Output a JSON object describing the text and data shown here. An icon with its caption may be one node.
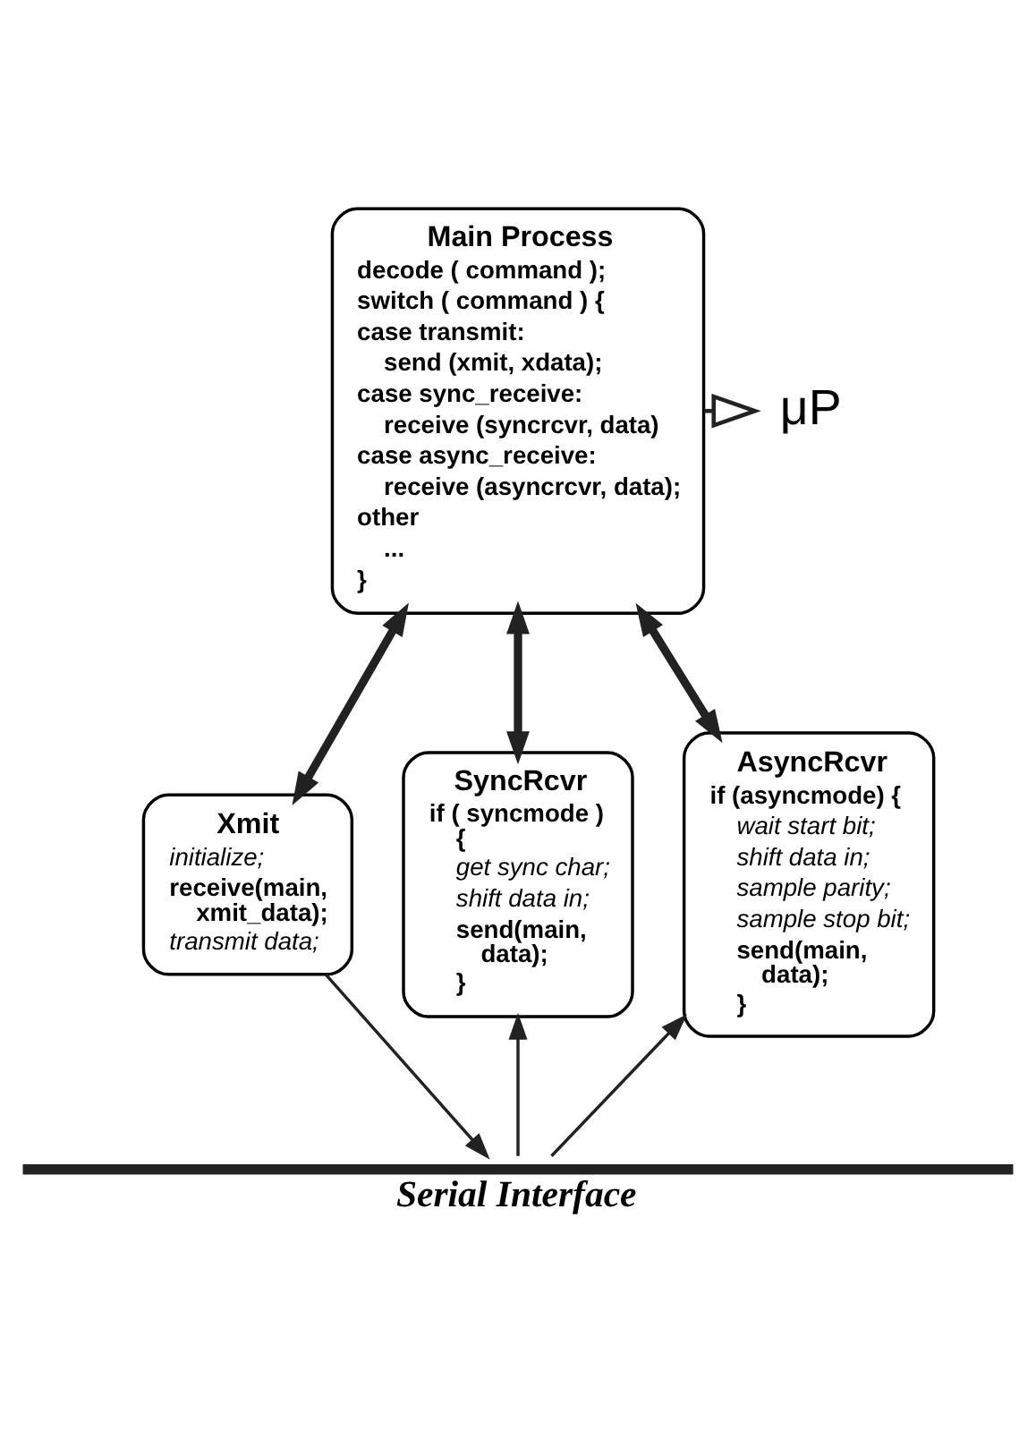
{
  "diagram": {
    "nodes": [
      {
        "text": [
          "Main Process",
          "decode ( command );",
          "switch ( command ) {",
          "case transmit:",
          "send (xmit, xdata);",
          "case sync_receive:",
          "receive (syncrcvr, data)",
          "case async_receive:",
          "receive (asyncrcvr, data);",
          "other",
          "...",
          "}"
        ]
      },
      {
        "text": [
          "μP"
        ]
      },
      {
        "text": [
          "Xmit",
          "initialize;",
          "receive(main, xmit_data);",
          "transmit data;"
        ]
      },
      {
        "text": [
          "SyncRcvr",
          "if ( syncmode ) {",
          "get sync char;",
          "shift data in;",
          "send(main, data);",
          "}"
        ]
      },
      {
        "text": [
          "AsyncRcvr",
          "if (asyncmode) {",
          "wait start bit;",
          "shift data in;",
          "sample parity;",
          "sample stop bit;",
          "send(main, data);",
          "}"
        ]
      },
      {
        "text": [
          "Serial Interface"
        ]
      }
    ],
    "edges": [
      {
        "from": 0,
        "to": 1,
        "arrow": "to"
      },
      {
        "from": 0,
        "to": 2,
        "arrow": "both",
        "style": "thick"
      },
      {
        "from": 0,
        "to": 3,
        "arrow": "both",
        "style": "thick"
      },
      {
        "from": 0,
        "to": 4,
        "arrow": "both",
        "style": "thick"
      },
      {
        "from": 2,
        "to": 5,
        "arrow": "to"
      },
      {
        "from": 5,
        "to": 3,
        "arrow": "to"
      },
      {
        "from": 5,
        "to": 4,
        "arrow": "to"
      }
    ]
  }
}
